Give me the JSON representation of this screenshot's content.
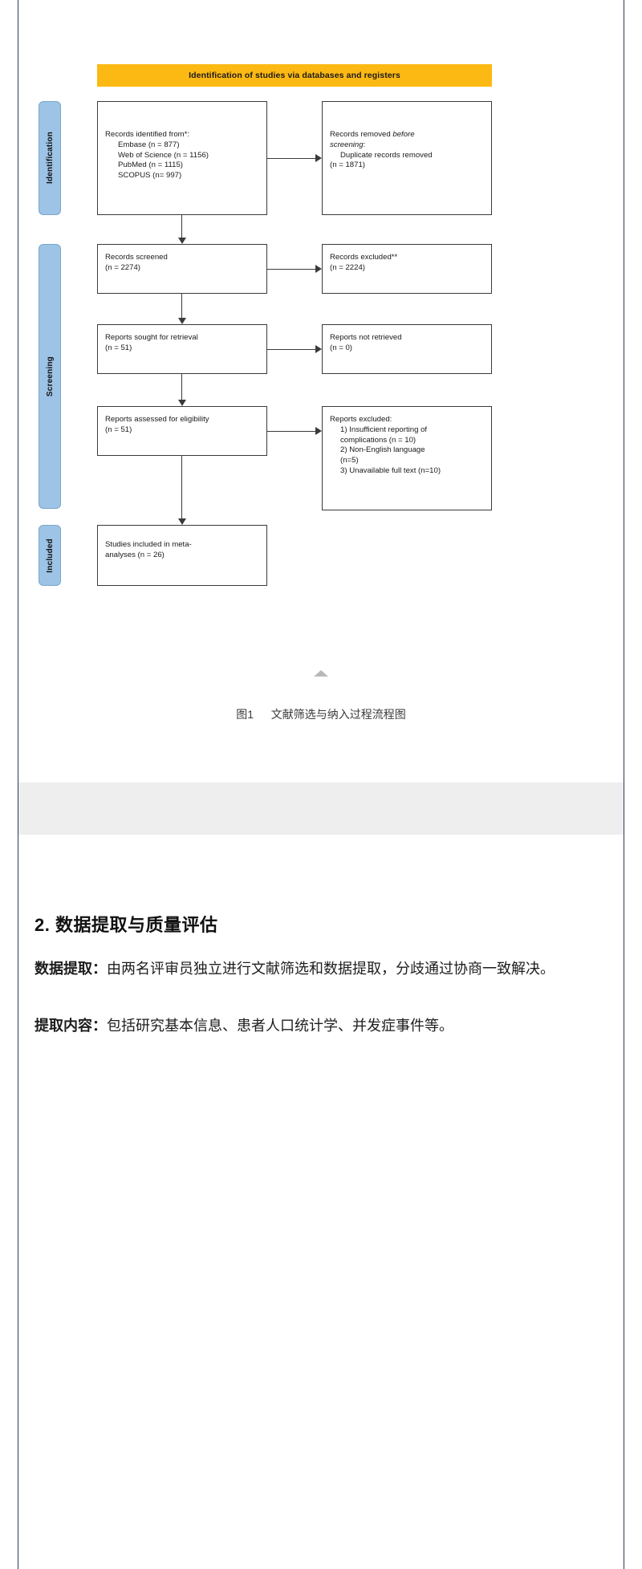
{
  "figure": {
    "banner": "Identification of studies via databases and registers",
    "stages": [
      {
        "id": "identification",
        "label": "Identification"
      },
      {
        "id": "screening",
        "label": "Screening"
      },
      {
        "id": "included",
        "label": "Included"
      }
    ],
    "nodes": {
      "identified": {
        "title": "Records identified from*:",
        "items": [
          "Embase (n = 877)",
          "Web of Science (n = 1156)",
          "PubMed (n = 1115)",
          "SCOPUS (n= 997)"
        ]
      },
      "removed": {
        "line1": "Records removed ",
        "line1_italic": "before",
        "line2_italic": "screening",
        "line2_rest": ":",
        "item": "Duplicate records removed",
        "count": "(n = 1871)"
      },
      "screened": {
        "title": "Records screened",
        "count": "(n = 2274)"
      },
      "excluded": {
        "title": "Records excluded**",
        "count": "(n = 2224)"
      },
      "sought": {
        "title": "Reports sought for retrieval",
        "count": "(n = 51)"
      },
      "not_retrieved": {
        "title": "Reports not retrieved",
        "count": "(n = 0)"
      },
      "assessed": {
        "title": "Reports assessed for eligibility",
        "count": "(n = 51)"
      },
      "reports_excluded": {
        "title": "Reports excluded:",
        "reasons": [
          "1) Insufficient reporting of",
          "complications (n = 10)",
          "2) Non-English language",
          "(n=5)",
          "3) Unavailable full text (n=10)"
        ]
      },
      "included_studies": {
        "line1": "Studies included in meta-",
        "line2": "analyses (n = 26)"
      }
    },
    "caption_label": "图1",
    "caption_text": "文献筛选与纳入过程流程图"
  },
  "article": {
    "section_title": "2. 数据提取与质量评估",
    "paragraphs": [
      {
        "lead": "数据提取：",
        "body": "由两名评审员独立进行文献筛选和数据提取，分歧通过协商一致解决。"
      },
      {
        "lead": "提取内容：",
        "body": "包括研究基本信息、患者人口统计学、并发症事件等。"
      }
    ]
  },
  "colors": {
    "banner": "#FDB913",
    "stage_tab": "#9DC3E6",
    "node_border": "#3a3a3a",
    "page_rule": "#2b3a55"
  }
}
